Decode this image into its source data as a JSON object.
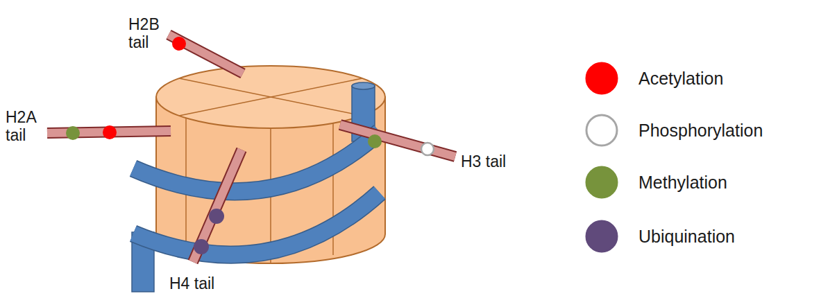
{
  "diagram": {
    "labels": [
      "H2B tail",
      "H2A tail",
      "H3 tail",
      "H4 tail"
    ],
    "legend": [
      {
        "text": "Acetylation",
        "color": "#ff0000"
      },
      {
        "text": "Phosphorylation",
        "color": "#ffffff"
      },
      {
        "text": "Methylation",
        "color": "#77933c"
      },
      {
        "text": "Ubiquination",
        "color": "#604a7b"
      }
    ]
  }
}
